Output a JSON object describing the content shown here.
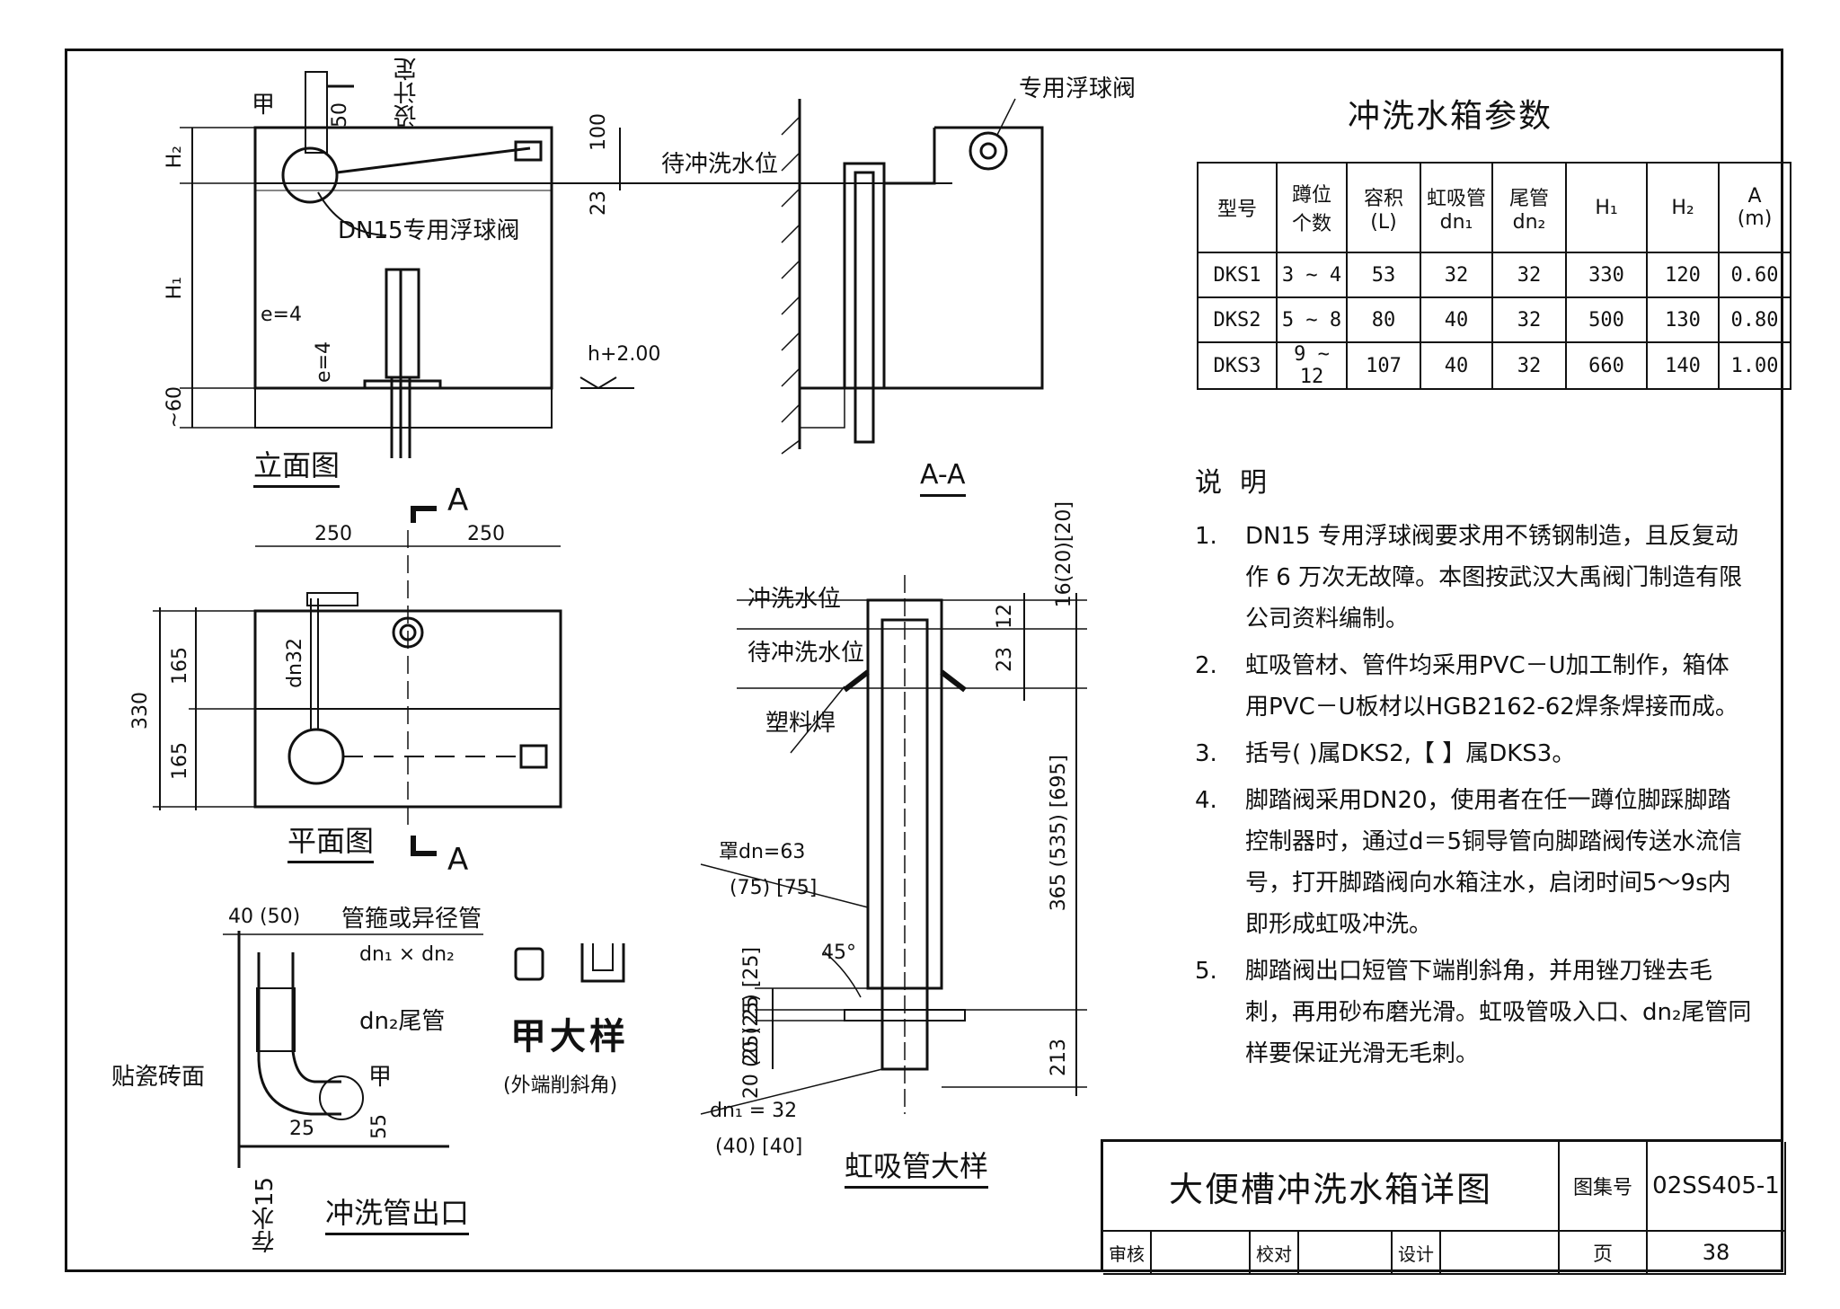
{
  "views": {
    "elevation": {
      "title": "立面图",
      "float_valve_label": "DN15专用浮球阀",
      "marker_jia": "甲",
      "dim_50": "50",
      "designer_set": "设计定",
      "dim_100": "100",
      "dim_23": "23",
      "H2": "H₂",
      "H1": "H₁",
      "e_label_1": "e=4",
      "e_label_2": "e=4",
      "dim_60": "~60",
      "level": "h+2.00"
    },
    "section_a": {
      "title": "A-A",
      "valve_label": "专用浮球阀",
      "water_level": "待冲洗水位"
    },
    "plan": {
      "title": "平面图",
      "section_mark": "A",
      "dim_w1": "250",
      "dim_w2": "250",
      "dim_total": "330",
      "dim_h1": "165",
      "dim_h2": "165",
      "dn32": "dn32"
    },
    "outlet": {
      "title": "冲洗管出口",
      "dim_40": "40 (50)",
      "hoop_label": "管箍或异径管",
      "hoop_size": "dn₁ × dn₂",
      "tail_label": "dn₂尾管",
      "marker_jia": "甲",
      "tile_label": "贴瓷砖面",
      "dim_25": "25",
      "dim_55": "55",
      "store_water": "存水15"
    },
    "detail_jia": {
      "title": "甲大样",
      "subtitle": "(外端削斜角)"
    },
    "siphon": {
      "title": "虹吸管大样",
      "flush_level": "冲洗水位",
      "wait_level": "待冲洗水位",
      "weld": "塑料焊",
      "hood": "罩dn=63",
      "hood_alt": "(75)  [75]",
      "angle": "45°",
      "dn1": "dn₁ = 32",
      "dn1_alt": "(40)  [40]",
      "dim_16": "16(20)[20]",
      "dim_12": "12",
      "dim_23": "23",
      "dim_365": "365 (535) [695]",
      "dim_20_25_a": "20 (25) [25]",
      "dim_20_25_b": "20 (25) 25",
      "dim_213": "213"
    }
  },
  "params": {
    "title": "冲洗水箱参数",
    "headers": [
      "型号",
      "蹲位\n个数",
      "容积\n(L)",
      "虹吸管\ndn₁",
      "尾管\ndn₂",
      "H₁",
      "H₂",
      "A\n(m)"
    ],
    "rows": [
      [
        "DKS1",
        "3 ~ 4",
        "53",
        "32",
        "32",
        "330",
        "120",
        "0.60"
      ],
      [
        "DKS2",
        "5 ~ 8",
        "80",
        "40",
        "32",
        "500",
        "130",
        "0.80"
      ],
      [
        "DKS3",
        "9 ~ 12",
        "107",
        "40",
        "32",
        "660",
        "140",
        "1.00"
      ]
    ]
  },
  "notes": {
    "heading": "说明",
    "items": [
      {
        "n": "1.",
        "text": "DN15 专用浮球阀要求用不锈钢制造，且反复动作 6 万次无故障。本图按武汉大禹阀门制造有限公司资料编制。"
      },
      {
        "n": "2.",
        "text": "虹吸管材、管件均采用PVC－U加工制作，箱体用PVC－U板材以HGB2162-62焊条焊接而成。"
      },
      {
        "n": "3.",
        "text": "括号( )属DKS2,【 】属DKS3。"
      },
      {
        "n": "4.",
        "text": "脚踏阀采用DN20，使用者在任一蹲位脚踩脚踏控制器时，通过d＝5铜导管向脚踏阀传送水流信号，打开脚踏阀向水箱注水，启闭时间5～9s内即形成虹吸冲洗。"
      },
      {
        "n": "5.",
        "text": "脚踏阀出口短管下端削斜角，并用锉刀锉去毛刺，再用砂布磨光滑。虹吸管吸入口、dn₂尾管同样要保证光滑无毛刺。"
      }
    ]
  },
  "title_block": {
    "drawing_title": "大便槽冲洗水箱详图",
    "atlas_label": "图集号",
    "atlas_no": "02SS405-1",
    "review_label": "审核",
    "check_label": "校对",
    "design_label": "设计",
    "page_label": "页",
    "page_no": "38"
  }
}
